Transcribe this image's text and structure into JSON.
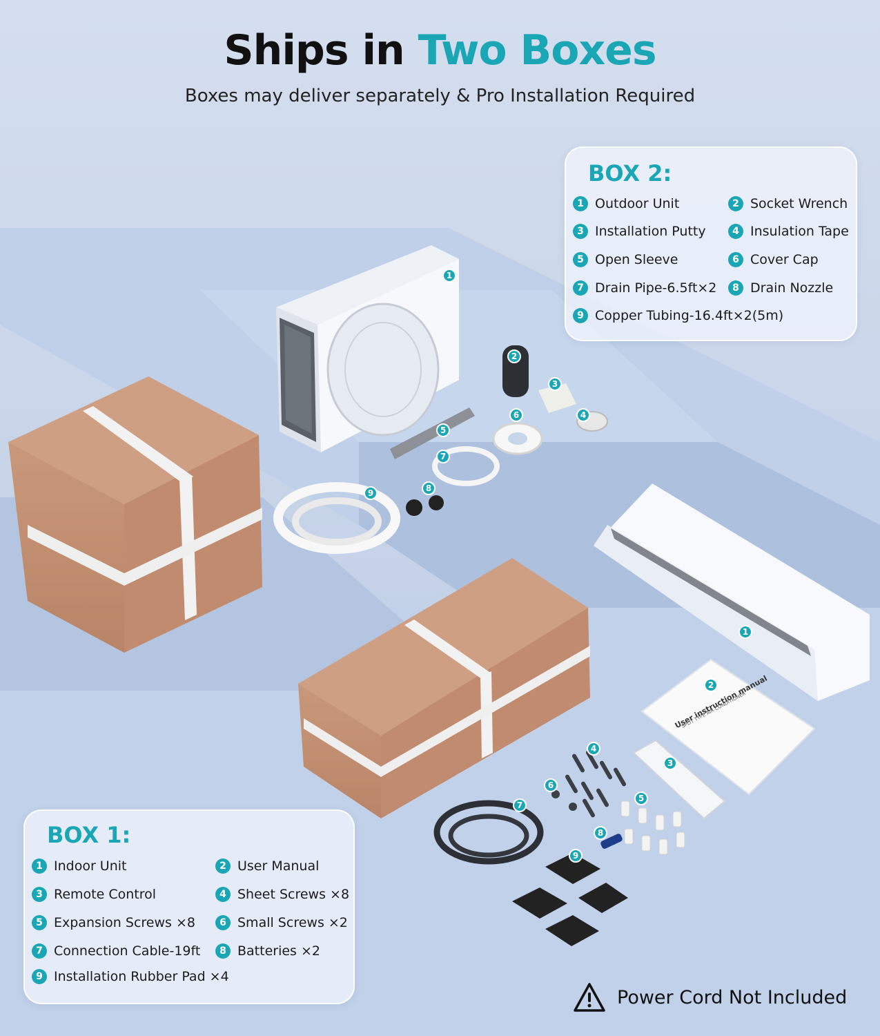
{
  "header": {
    "title_main": "Ships in",
    "title_accent": "Two Boxes",
    "subtitle": "Boxes may deliver separately & Pro Installation Required"
  },
  "box2": {
    "title": "BOX 2:",
    "items": [
      {
        "num": "1",
        "label": "Outdoor Unit"
      },
      {
        "num": "2",
        "label": "Socket Wrench"
      },
      {
        "num": "3",
        "label": "Installation Putty"
      },
      {
        "num": "4",
        "label": "Insulation Tape"
      },
      {
        "num": "5",
        "label": "Open Sleeve"
      },
      {
        "num": "6",
        "label": "Cover Cap"
      },
      {
        "num": "7",
        "label": "Drain Pipe-6.5ft×2"
      },
      {
        "num": "8",
        "label": "Drain Nozzle"
      },
      {
        "num": "9",
        "label": "Copper Tubing-16.4ft×2(5m)"
      }
    ]
  },
  "box1": {
    "title": "BOX 1:",
    "items": [
      {
        "num": "1",
        "label": "Indoor Unit"
      },
      {
        "num": "2",
        "label": "User Manual"
      },
      {
        "num": "3",
        "label": "Remote Control"
      },
      {
        "num": "4",
        "label": "Sheet Screws ×8"
      },
      {
        "num": "5",
        "label": "Expansion Screws ×8"
      },
      {
        "num": "6",
        "label": "Small Screws ×2"
      },
      {
        "num": "7",
        "label": "Connection Cable-19ft"
      },
      {
        "num": "8",
        "label": "Batteries ×2"
      },
      {
        "num": "9",
        "label": "Installation Rubber Pad ×4"
      }
    ]
  },
  "scene_tags": {
    "outdoor": [
      "1",
      "2",
      "3",
      "4",
      "5",
      "6",
      "7",
      "8",
      "9"
    ],
    "indoor": [
      "1",
      "2",
      "3",
      "4",
      "5",
      "6",
      "7",
      "8",
      "9"
    ]
  },
  "manual": {
    "heading": "User instruction manual",
    "subheading": "SPLIT TYPE AIR CONDITIONER"
  },
  "warning": {
    "text": "Power Cord Not Included",
    "icon": "warning-triangle-icon"
  },
  "colors": {
    "accent": "#1aa6b4",
    "background": "#c9d6ea",
    "cardboard": "#c7977a"
  }
}
